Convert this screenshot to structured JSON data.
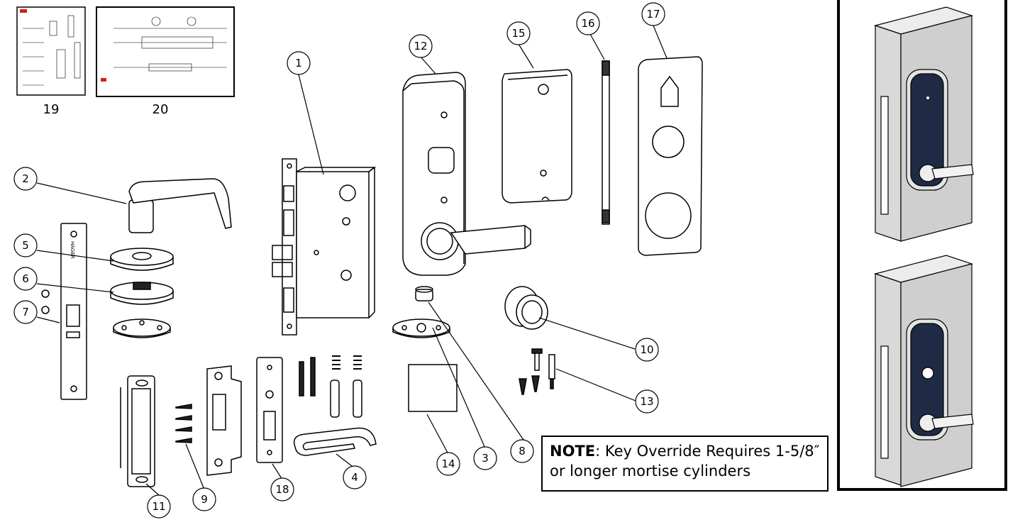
{
  "diagram": {
    "thumbnails": [
      {
        "label": "19"
      },
      {
        "label": "20"
      }
    ],
    "callouts": [
      "1",
      "2",
      "3",
      "4",
      "5",
      "6",
      "7",
      "8",
      "9",
      "10",
      "11",
      "12",
      "13",
      "14",
      "15",
      "16",
      "17",
      "18"
    ],
    "note": {
      "heading": "NOTE",
      "line1": ": Key Override Requires 1-5/8″",
      "line2": "or longer mortise cylinders"
    },
    "brand_marks": [
      "HAGER"
    ],
    "colors": {
      "line": "#000000",
      "keypad_dark": "#1f2a44",
      "door_gray": "#d9d9d9",
      "accent": "#cc2222"
    }
  }
}
